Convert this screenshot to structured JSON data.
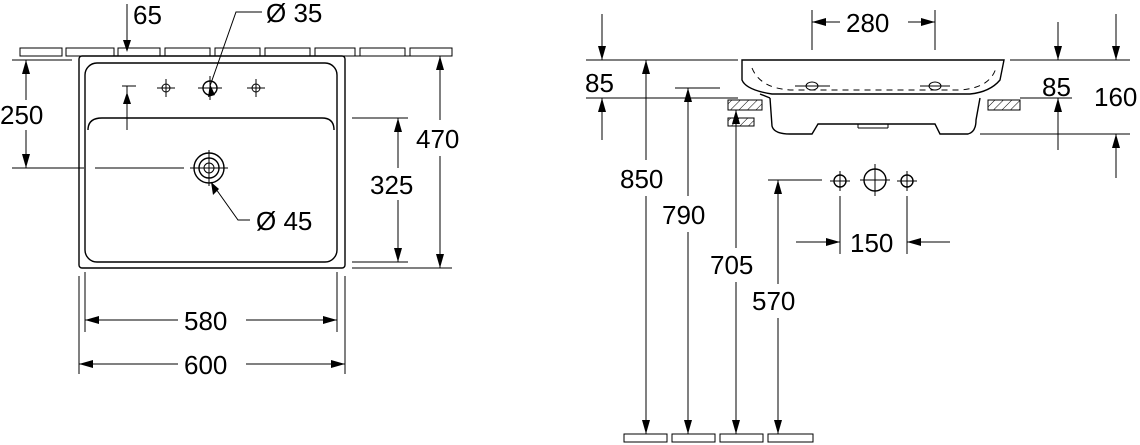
{
  "top_view": {
    "dim_65": "65",
    "dim_dia35": "Ø 35",
    "dim_250": "250",
    "dim_470": "470",
    "dim_325": "325",
    "dim_dia45": "Ø 45",
    "dim_580": "580",
    "dim_600": "600"
  },
  "side_view": {
    "dim_280": "280",
    "dim_85_left": "85",
    "dim_85_right": "85",
    "dim_160": "160",
    "dim_850": "850",
    "dim_790": "790",
    "dim_705": "705",
    "dim_570": "570",
    "dim_150": "150"
  }
}
